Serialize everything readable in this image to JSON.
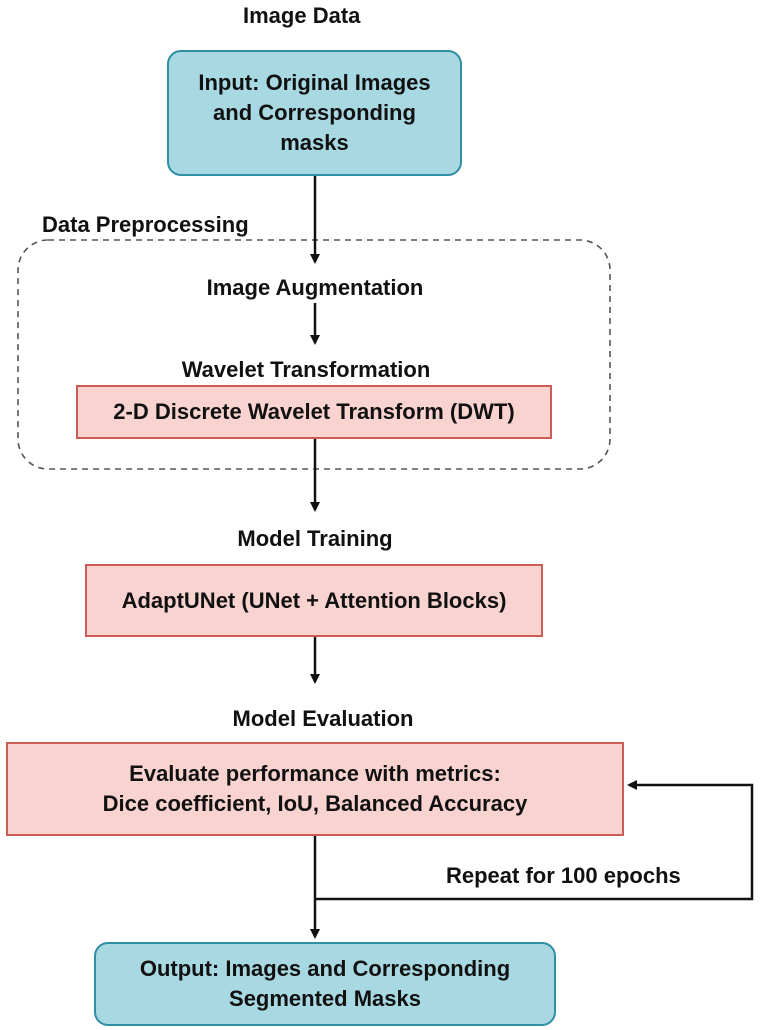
{
  "headings": {
    "image_data": "Image Data",
    "data_preprocessing": "Data Preprocessing",
    "image_augmentation": "Image Augmentation",
    "wavelet_transformation": "Wavelet Transformation",
    "model_training": "Model Training",
    "model_evaluation": "Model Evaluation"
  },
  "boxes": {
    "input": {
      "lines": [
        "Input: Original Images",
        "and Corresponding",
        "masks"
      ]
    },
    "dwt": {
      "lines": [
        "2-D Discrete Wavelet Transform (DWT)"
      ]
    },
    "model": {
      "lines": [
        "AdaptUNet (UNet + Attention Blocks)"
      ]
    },
    "evaluation": {
      "lines": [
        "Evaluate performance with metrics:",
        "Dice coefficient, IoU, Balanced Accuracy"
      ]
    },
    "output": {
      "lines": [
        "Output: Images and Corresponding",
        "Segmented Masks"
      ]
    }
  },
  "loop_label": "Repeat for 100 epochs",
  "colors": {
    "blue_fill": "#a8d8e2",
    "blue_stroke": "#2f8fa3",
    "pink_fill": "#f9d3cf",
    "pink_stroke": "#cc5d56",
    "line": "#111111",
    "dashed_border": "#555555"
  }
}
